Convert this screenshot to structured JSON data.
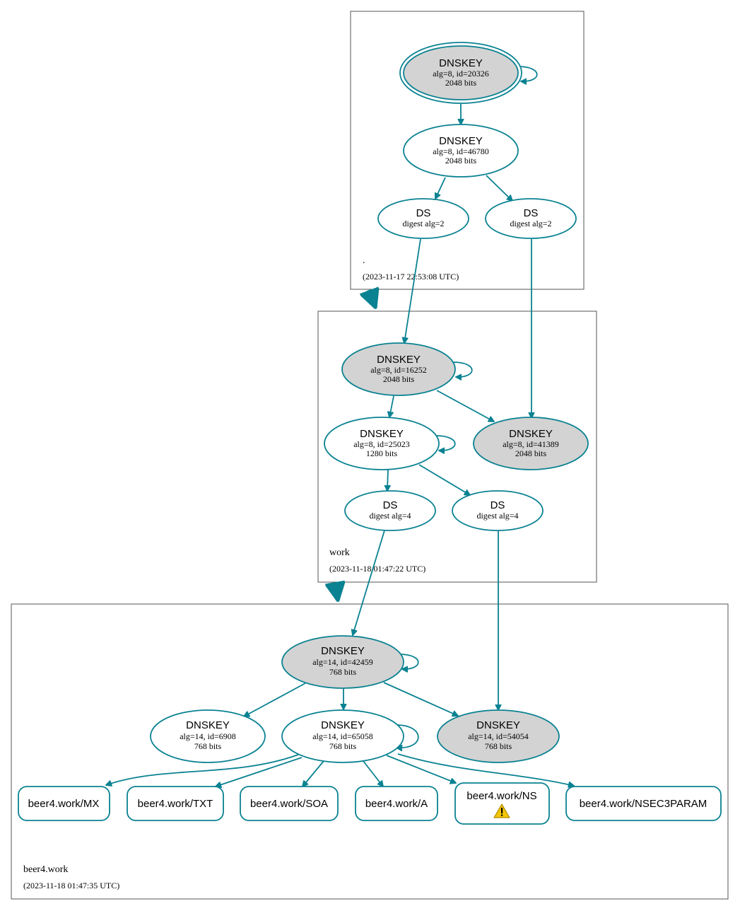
{
  "zones": {
    "root": {
      "name": ".",
      "date": "(2023-11-17 22:53:08 UTC)"
    },
    "work": {
      "name": "work",
      "date": "(2023-11-18 01:47:22 UTC)"
    },
    "beer4": {
      "name": "beer4.work",
      "date": "(2023-11-18 01:47:35 UTC)"
    }
  },
  "nodes": {
    "root_ksk": {
      "type": "DNSKEY",
      "line1": "alg=8, id=20326",
      "line2": "2048 bits"
    },
    "root_zsk": {
      "type": "DNSKEY",
      "line1": "alg=8, id=46780",
      "line2": "2048 bits"
    },
    "root_ds1": {
      "type": "DS",
      "line1": "digest alg=2"
    },
    "root_ds2": {
      "type": "DS",
      "line1": "digest alg=2"
    },
    "work_ksk": {
      "type": "DNSKEY",
      "line1": "alg=8, id=16252",
      "line2": "2048 bits"
    },
    "work_zsk": {
      "type": "DNSKEY",
      "line1": "alg=8, id=25023",
      "line2": "1280 bits"
    },
    "work_k2": {
      "type": "DNSKEY",
      "line1": "alg=8, id=41389",
      "line2": "2048 bits"
    },
    "work_ds1": {
      "type": "DS",
      "line1": "digest alg=4"
    },
    "work_ds2": {
      "type": "DS",
      "line1": "digest alg=4"
    },
    "beer_ksk": {
      "type": "DNSKEY",
      "line1": "alg=14, id=42459",
      "line2": "768 bits"
    },
    "beer_k6908": {
      "type": "DNSKEY",
      "line1": "alg=14, id=6908",
      "line2": "768 bits"
    },
    "beer_zsk": {
      "type": "DNSKEY",
      "line1": "alg=14, id=65058",
      "line2": "768 bits"
    },
    "beer_k54054": {
      "type": "DNSKEY",
      "line1": "alg=14, id=54054",
      "line2": "768 bits"
    }
  },
  "rrsets": {
    "mx": "beer4.work/MX",
    "txt": "beer4.work/TXT",
    "soa": "beer4.work/SOA",
    "a": "beer4.work/A",
    "ns": "beer4.work/NS",
    "nsec3param": "beer4.work/NSEC3PARAM"
  },
  "colors": {
    "edge": "#0a8292",
    "trusted_fill": "#d3d3d3",
    "warning": "#f2c500"
  },
  "icons": {
    "ns_status": "warning-icon"
  }
}
